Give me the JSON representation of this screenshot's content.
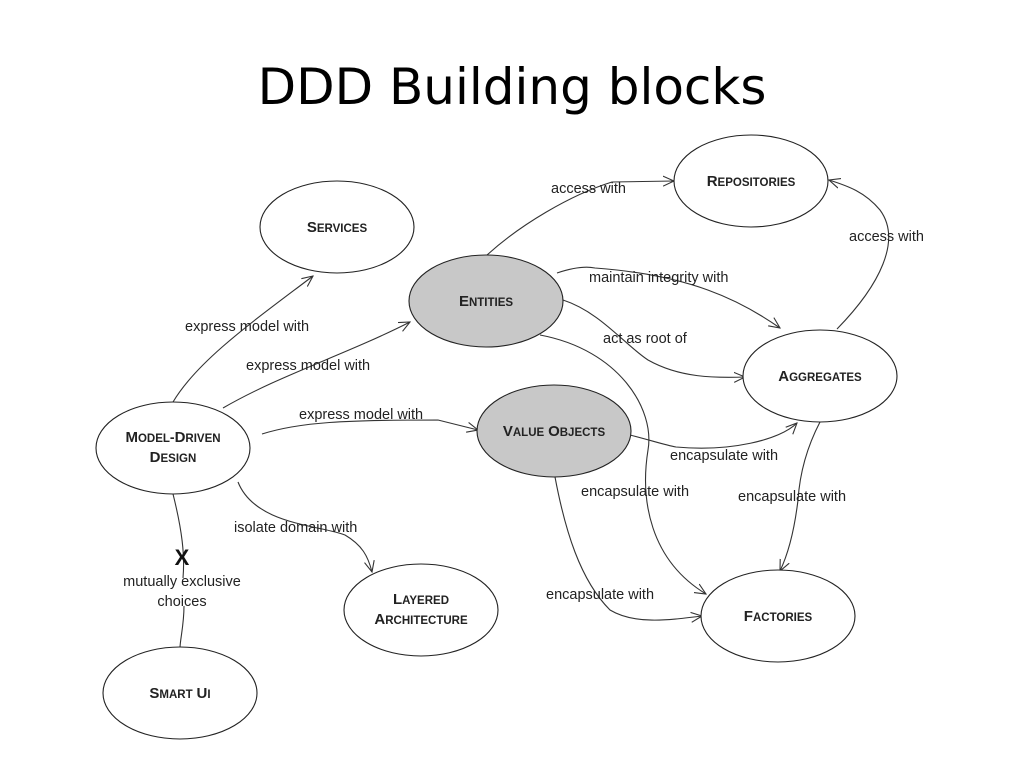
{
  "title": "DDD Building blocks",
  "nodes": {
    "services": "Services",
    "entities": "Entities",
    "repositories": "Repositories",
    "aggregates": "Aggregates",
    "value_objects": "Value Objects",
    "model_driven_line1": "Model-Driven",
    "model_driven_line2": "Design",
    "layered_line1": "Layered",
    "layered_line2": "Architecture",
    "factories": "Factories",
    "smart_ui": "Smart UI"
  },
  "edges": {
    "mdd_services": "express model with",
    "mdd_entities": "express model with",
    "mdd_value_objects": "express model with",
    "mdd_layered": "isolate domain with",
    "entities_repositories": "access with",
    "aggregates_repositories": "access with",
    "entities_aggregates_integrity": "maintain integrity with",
    "entities_aggregates_root": "act as root of",
    "value_objects_aggregates": "encapsulate with",
    "entities_factories": "encapsulate with",
    "aggregates_factories": "encapsulate with",
    "value_objects_factories": "encapsulate with",
    "exclusive_mark": "X",
    "exclusive_line1": "mutually exclusive",
    "exclusive_line2": "choices"
  },
  "colors": {
    "highlighted_node_fill": "#c8c8c8",
    "node_fill": "#ffffff",
    "stroke": "#222222"
  }
}
